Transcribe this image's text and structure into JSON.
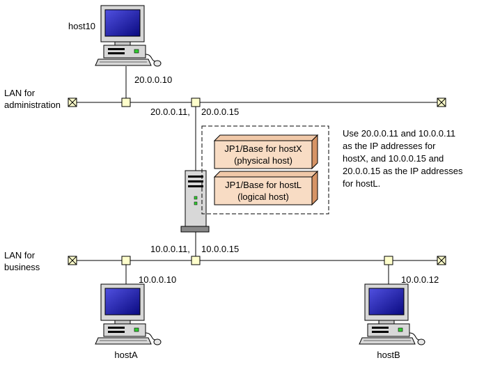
{
  "hosts": {
    "host10": "host10",
    "hostA": "hostA",
    "hostB": "hostB"
  },
  "networks": {
    "admin_lan": {
      "line1": "LAN for",
      "line2": "administration"
    },
    "business_lan": {
      "line1": "LAN for",
      "line2": "business"
    }
  },
  "addresses": {
    "host10_ip": "20.0.0.10",
    "server_admin_ip1": "20.0.0.11,",
    "server_admin_ip2": "20.0.0.15",
    "server_business_ip1": "10.0.0.11,",
    "server_business_ip2": "10.0.0.15",
    "hostA_ip": "10.0.0.10",
    "hostB_ip": "10.0.0.12"
  },
  "jp1_boxes": {
    "hostX": {
      "line1": "JP1/Base for hostX",
      "line2": "(physical host)"
    },
    "hostL": {
      "line1": "JP1/Base for hostL",
      "line2": "(logical host)"
    }
  },
  "note": {
    "line1": "Use 20.0.0.11 and 10.0.0.11",
    "line2": "as the IP addresses for",
    "line3": "hostX, and 10.0.0.15 and",
    "line4": "20.0.0.15 as the IP addresses",
    "line5": "for hostL."
  },
  "colors": {
    "connector_fill": "#ffffcc",
    "box_front": "#f8dcc4",
    "box_side": "#d69466",
    "screen": "#1818a8"
  }
}
